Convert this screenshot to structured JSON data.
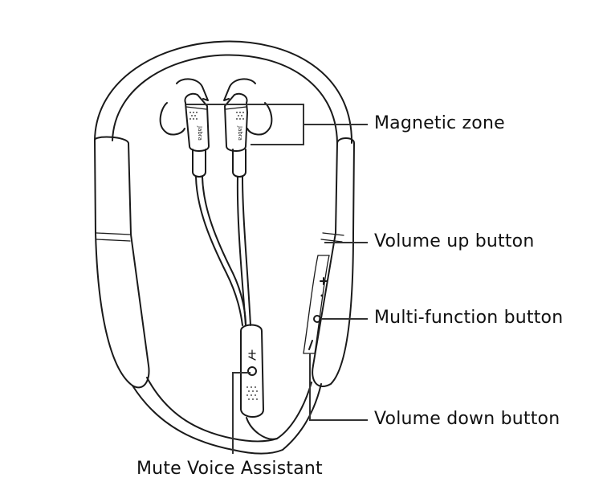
{
  "labels": {
    "magnetic_zone": "Magnetic zone",
    "volume_up": "Volume up button",
    "multi_function": "Multi-function button",
    "volume_down": "Volume down button",
    "mute_voice_assistant": "Mute Voice Assistant"
  },
  "brand_text": "Jabra",
  "colors": {
    "line": "#1a1a1a",
    "leader": "#333333",
    "background": "#ffffff"
  },
  "icons": [
    "plus-icon",
    "minus-icon",
    "microphone-icon"
  ]
}
